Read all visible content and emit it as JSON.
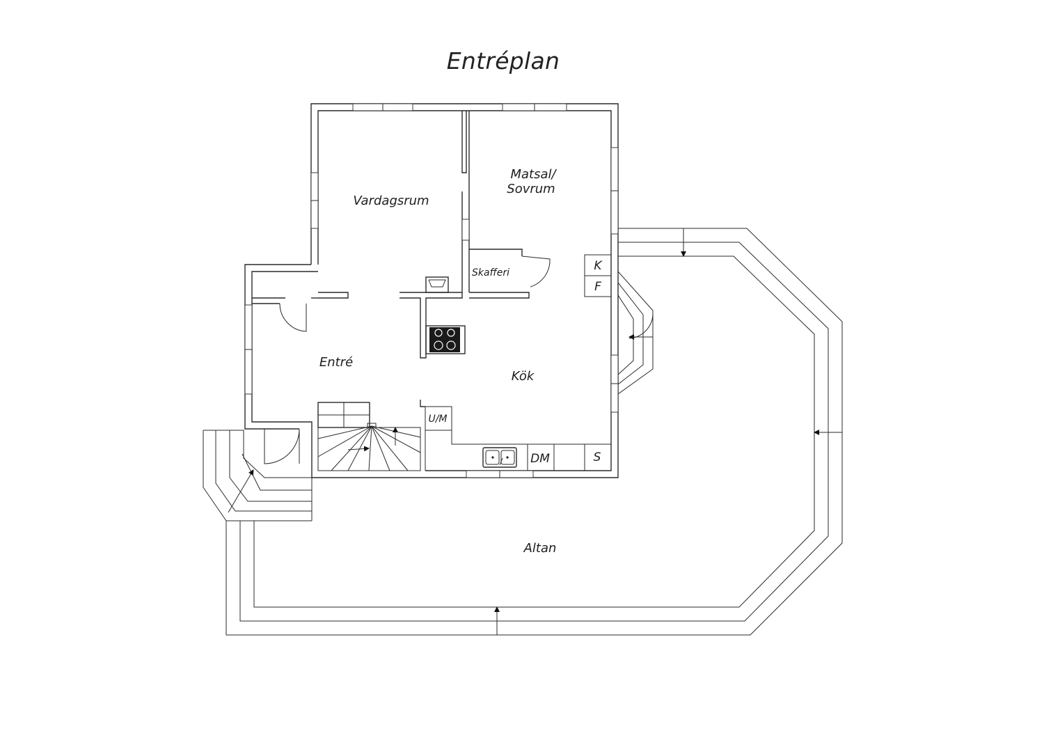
{
  "title": "Entréplan",
  "rooms": {
    "vardagsrum": "Vardagsrum",
    "matsal_line1": "Matsal/",
    "matsal_line2": "Sovrum",
    "skafferi": "Skafferi",
    "entre": "Entré",
    "kok": "Kök",
    "altan": "Altan"
  },
  "fixtures": {
    "k": "K",
    "f": "F",
    "um": "U/M",
    "dm": "DM",
    "s": "S"
  }
}
